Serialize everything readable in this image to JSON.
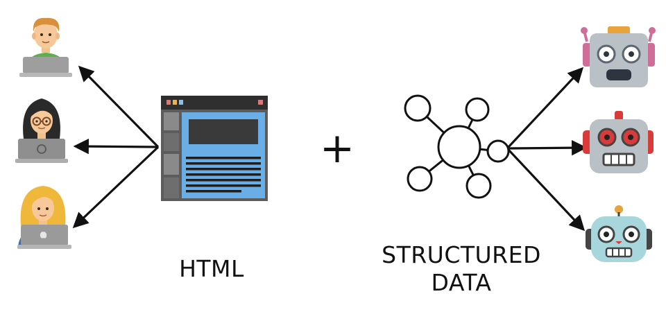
{
  "labels": {
    "html": "HTML",
    "structured_line1": "STRUCTURED",
    "structured_line2": "DATA",
    "plus": "+"
  },
  "figures": {
    "humans": [
      "man-with-laptop-icon",
      "woman-with-glasses-laptop-icon",
      "woman-with-laptop-icon"
    ],
    "robots": [
      "robot-boxy-icon",
      "robot-round-icon",
      "robot-teal-icon"
    ],
    "center": [
      "html-page-icon",
      "structured-data-graph-icon"
    ]
  },
  "colors": {
    "arrow": "#111111",
    "page_blue": "#6aaee8",
    "page_sidebar": "#555555",
    "page_titlebar": "#333333",
    "robot_gray": "#b9c0c6",
    "robot_teal": "#a7d7dc",
    "robot_red": "#d93b3b"
  }
}
